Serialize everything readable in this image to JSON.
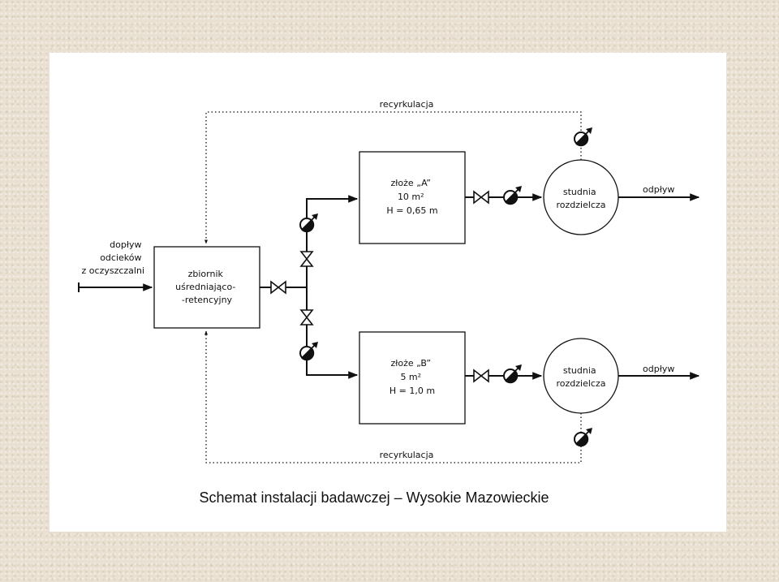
{
  "title": "Schemat instalacji badawczej – Wysokie Mazowieckie",
  "inflow": [
    "dopływ",
    "odcieków",
    "z oczyszczalni"
  ],
  "tank": [
    "zbiornik",
    "uśredniająco-",
    "-retencyjny"
  ],
  "bed_a": [
    "złoże „A”",
    "10 m²",
    "H = 0,65 m"
  ],
  "bed_b": [
    "złoże „B”",
    "5 m²",
    "H = 1,0 m"
  ],
  "well_a": [
    "studnia",
    "rozdzielcza"
  ],
  "well_b": [
    "studnia",
    "rozdzielcza"
  ],
  "outflow_a": "odpływ",
  "outflow_b": "odpływ",
  "recirc_top": "recyrkulacja",
  "recirc_bottom": "recyrkulacja",
  "icons": [
    "valve-icon",
    "pump-icon"
  ]
}
